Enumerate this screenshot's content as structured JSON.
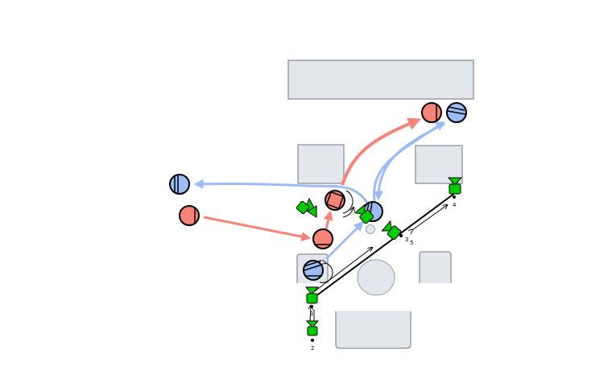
{
  "diagram": {
    "colors": {
      "team_red": "#f88379",
      "team_blue": "#9cbcf8",
      "robot": "#00cc00",
      "zone": "#e3e7eb"
    },
    "markers": [
      {
        "label": "1"
      },
      {
        "label": "2"
      },
      {
        "label": "3"
      },
      {
        "label": "4"
      },
      {
        "label": "5"
      }
    ]
  }
}
